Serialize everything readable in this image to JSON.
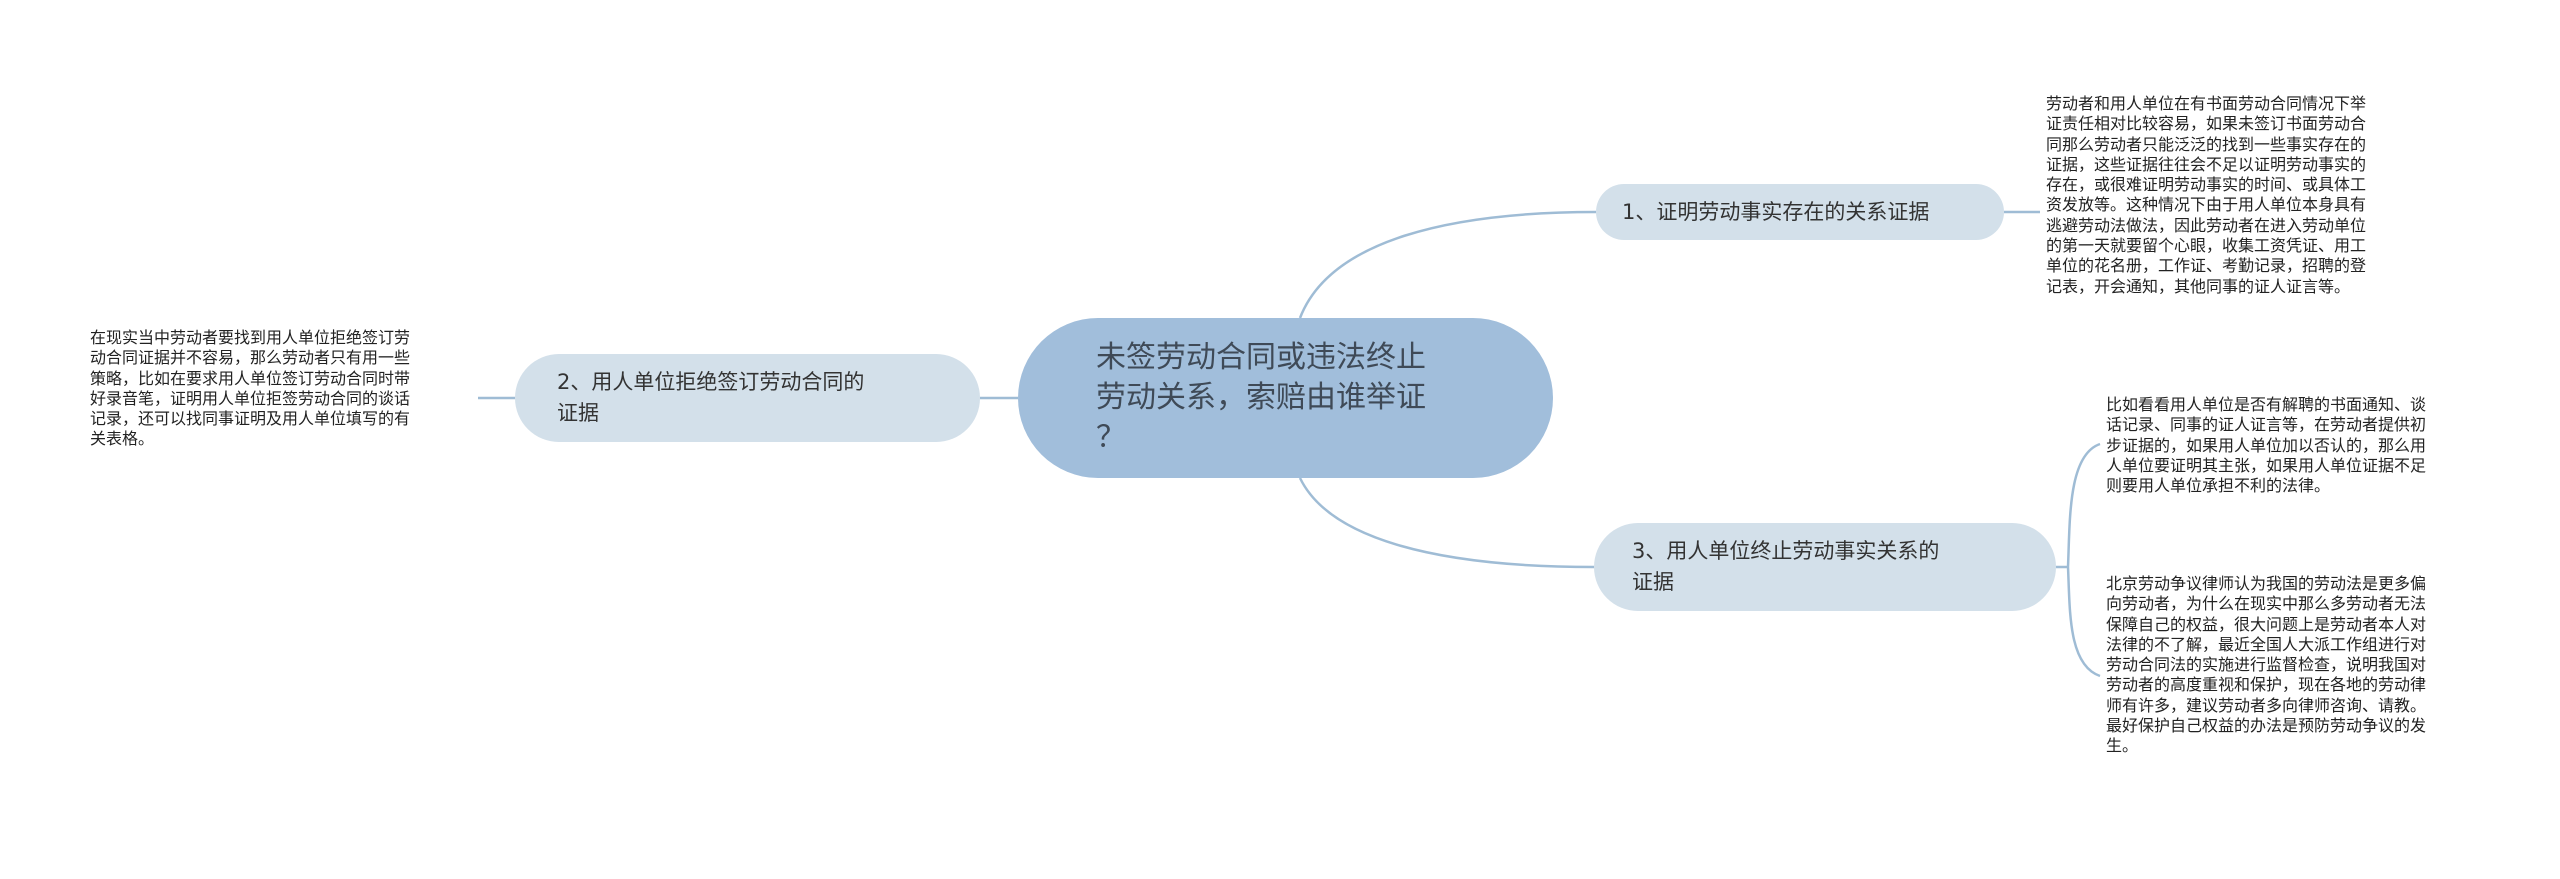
{
  "diagram": {
    "center": {
      "text": "未签劳动合同或违法终止\n劳动关系，索赔由谁举证\n？"
    },
    "branches": [
      {
        "label": "1、证明劳动事实存在的关系证据",
        "leaves": [
          "劳动者和用人单位在有书面劳动合同情况下举\n证责任相对比较容易，如果未签订书面劳动合\n同那么劳动者只能泛泛的找到一些事实存在的\n证据，这些证据往往会不足以证明劳动事实的\n存在，或很难证明劳动事实的时间、或具体工\n资发放等。这种情况下由于用人单位本身具有\n逃避劳动法做法，因此劳动者在进入劳动单位\n的第一天就要留个心眼，收集工资凭证、用工\n单位的花名册，工作证、考勤记录，招聘的登\n记表，开会通知，其他同事的证人证言等。"
        ]
      },
      {
        "label": "2、用人单位拒绝签订劳动合同的\n证据",
        "leaves": [
          "在现实当中劳动者要找到用人单位拒绝签订劳\n动合同证据并不容易，那么劳动者只有用一些\n策略，比如在要求用人单位签订劳动合同时带\n好录音笔，证明用人单位拒签劳动合同的谈话\n记录，还可以找同事证明及用人单位填写的有\n关表格。"
        ]
      },
      {
        "label": "3、用人单位终止劳动事实关系的\n证据",
        "leaves": [
          "比如看看用人单位是否有解聘的书面通知、谈\n话记录、同事的证人证言等，在劳动者提供初\n步证据的，如果用人单位加以否认的，那么用\n人单位要证明其主张，如果用人单位证据不足\n则要用人单位承担不利的法律。",
          "北京劳动争议律师认为我国的劳动法是更多偏\n向劳动者，为什么在现实中那么多劳动者无法\n保障自己的权益，很大问题上是劳动者本人对\n法律的不了解，最近全国人大派工作组进行对\n劳动合同法的实施进行监督检查，说明我国对\n劳动者的高度重视和保护，现在各地的劳动律\n师有许多，建议劳动者多向律师咨询、请教。\n最好保护自己权益的办法是预防劳动争议的发\n生。"
        ]
      }
    ],
    "colors": {
      "center_fill": "#a1bedb",
      "branch_fill": "#d3e0ea",
      "connector": "#9fbcd5",
      "text": "#333333"
    }
  }
}
